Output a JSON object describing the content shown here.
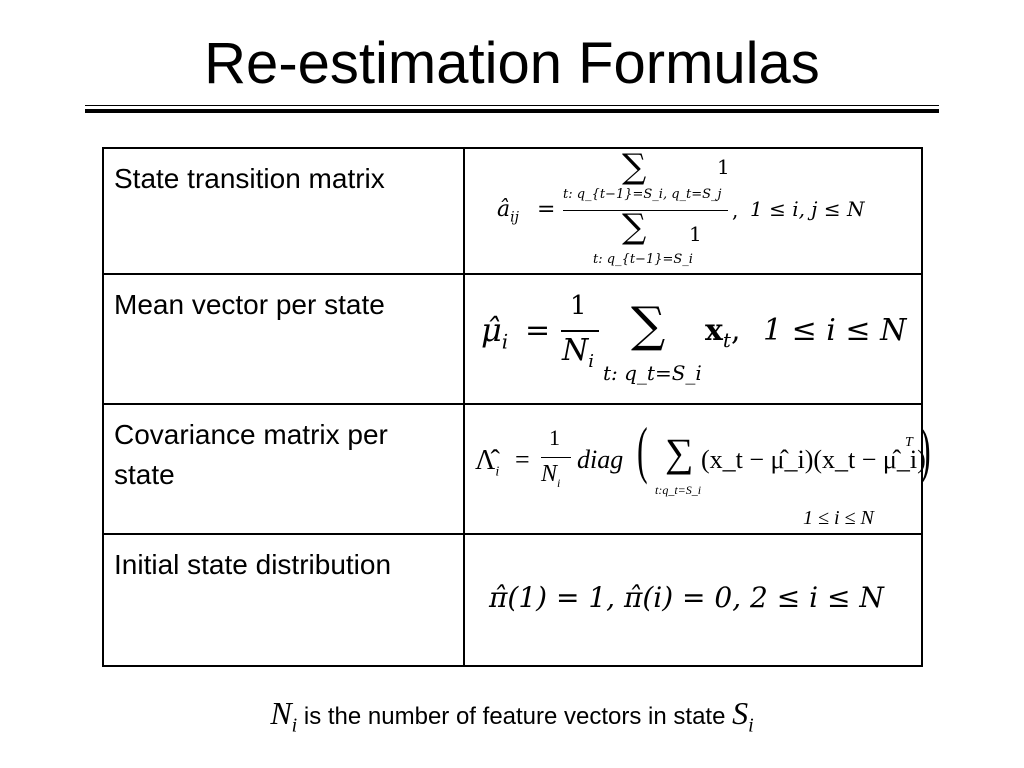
{
  "title": "Re-estimation Formulas",
  "rows": [
    {
      "label": "State transition matrix",
      "formula": {
        "lhs": "â",
        "lhs_sub": "ij",
        "numerator_sum_limits": "t: q_{t−1}=S_i, q_t=S_j",
        "numerator_value": "1",
        "denominator_sum_limits": "t: q_{t−1}=S_i",
        "denominator_value": "1",
        "condition": "1 ≤ i, j ≤ N"
      }
    },
    {
      "label": "Mean vector per state",
      "formula": {
        "lhs": "μ̂",
        "lhs_sub": "i",
        "coef_num": "1",
        "coef_den": "N",
        "coef_den_sub": "i",
        "sum_limits": "t: q_t=S_i",
        "summand": "x",
        "summand_sub": "t",
        "condition": "1 ≤ i ≤ N"
      }
    },
    {
      "label": "Covariance matrix per state",
      "formula": {
        "lhs": "Λ̂",
        "lhs_sub": "i",
        "coef_num": "1",
        "coef_den": "N",
        "coef_den_sub": "i",
        "func": "diag",
        "sum_limits": "t:q_t=S_i",
        "term": "(x_t − μ̂_i)(x_t − μ̂_i)",
        "transpose": "T",
        "condition": "1 ≤ i ≤ N"
      }
    },
    {
      "label": "Initial state distribution",
      "formula": {
        "text": "π̂(1) = 1, π̂(i) = 0,  2 ≤ i ≤ N"
      }
    }
  ],
  "footnote": {
    "symbol": "N",
    "symbol_sub": "i",
    "text": " is the number of feature vectors in state ",
    "state_symbol": "S",
    "state_sub": "i"
  }
}
